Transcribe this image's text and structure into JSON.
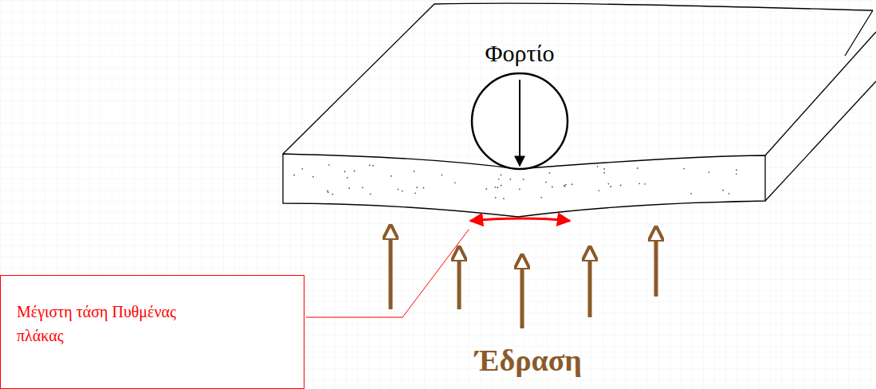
{
  "diagram": {
    "nodes": [
      {
        "text": [
          "Μέγιστη τάση Πυθμένας πλάκας"
        ]
      }
    ],
    "edges": [],
    "labels": [
      "Φορτίο",
      "Έδραση"
    ]
  }
}
